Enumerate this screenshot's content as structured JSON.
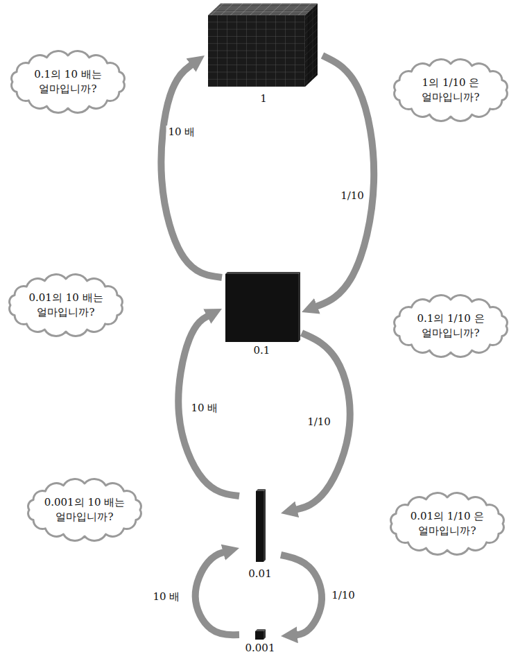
{
  "diagram": {
    "nodes": [
      {
        "text": [
          "1"
        ]
      },
      {
        "text": [
          "0.1의 10 배는 얼마입니까?"
        ]
      },
      {
        "text": [
          "1의 1/10 은 얼마입니까?"
        ]
      },
      {
        "text": [
          "0.1"
        ]
      },
      {
        "text": [
          "0.01의 10 배는 얼마입니까?"
        ]
      },
      {
        "text": [
          "0.1의 1/10 은 얼마입니까?"
        ]
      },
      {
        "text": [
          "0.01"
        ]
      },
      {
        "text": [
          "0.001의 10 배는 얼마입니까?"
        ]
      },
      {
        "text": [
          "0.01의 1/10 은 얼마입니까?"
        ]
      },
      {
        "text": [
          "0.001"
        ]
      }
    ],
    "edges": [
      {
        "from": 3,
        "to": 0,
        "arrow": "to",
        "label": "10 배"
      },
      {
        "from": 0,
        "to": 3,
        "arrow": "to",
        "label": "1/10"
      },
      {
        "from": 6,
        "to": 3,
        "arrow": "to",
        "label": "10 배"
      },
      {
        "from": 3,
        "to": 6,
        "arrow": "to",
        "label": "1/10"
      },
      {
        "from": 9,
        "to": 6,
        "arrow": "to",
        "label": "10 배"
      },
      {
        "from": 6,
        "to": 9,
        "arrow": "to",
        "label": "1/10"
      }
    ]
  }
}
